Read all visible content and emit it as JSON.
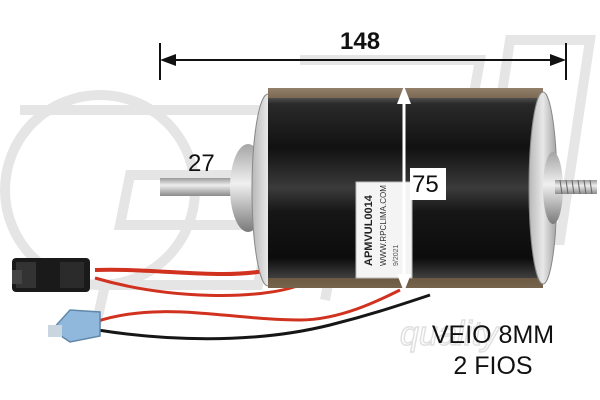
{
  "dimensions": {
    "length": "148",
    "shaft_length": "27",
    "diameter": "75"
  },
  "label": {
    "part_number": "APMVUL0014",
    "website": "WWW.RPCLIMA.COM",
    "code": "9/2021"
  },
  "watermark": {
    "text": "quality"
  },
  "specs": {
    "line1": "VEIO 8MM",
    "line2": "2 FIOS"
  },
  "colors": {
    "motor_body": "#1c1c1c",
    "wire_red": "#d0321f",
    "wire_black": "#161616",
    "terminal": "#8fb8dc",
    "watermark": "#e6e6e6"
  }
}
